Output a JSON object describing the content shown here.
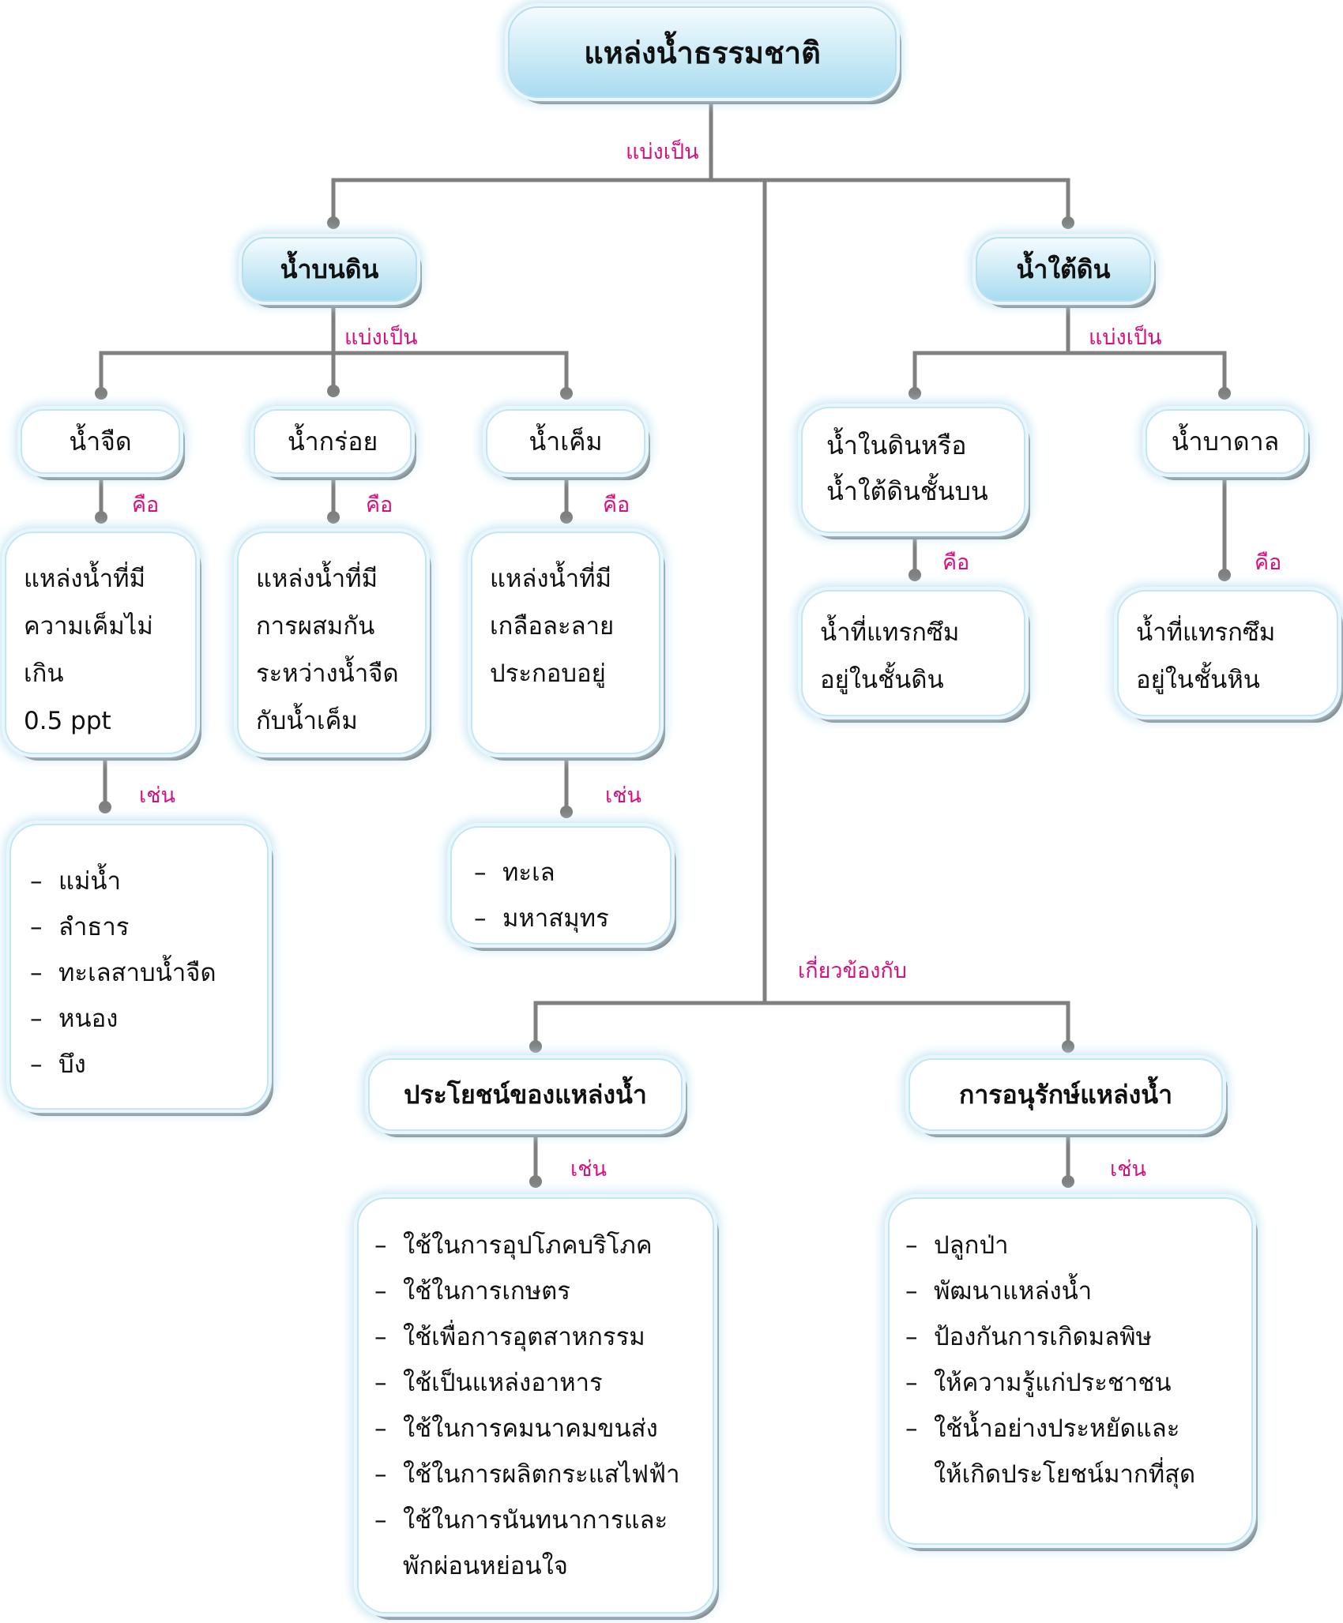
{
  "title": "แหล่งน้ำธรรมชาติ",
  "links": {
    "divide": "แบ่งเป็น",
    "is": "คือ",
    "example": "เช่น",
    "related": "เกี่ยวข้องกับ"
  },
  "surface": {
    "label": "น้ำบนดิน",
    "fresh": {
      "label": "น้ำจืด",
      "definition": [
        "แหล่งน้ำที่มี",
        "ความเค็มไม่เกิน",
        "0.5  ppt"
      ],
      "examples": [
        "แม่น้ำ",
        "ลำธาร",
        "ทะเลสาบน้ำจืด",
        "หนอง",
        "บึง"
      ]
    },
    "brackish": {
      "label": "น้ำกร่อย",
      "definition": [
        "แหล่งน้ำที่มี",
        "การผสมกัน",
        "ระหว่างน้ำจืด",
        "กับน้ำเค็ม"
      ]
    },
    "salt": {
      "label": "น้ำเค็ม",
      "definition": [
        "แหล่งน้ำที่มี",
        "เกลือละลาย",
        "ประกอบอยู่"
      ],
      "examples": [
        "ทะเล",
        "มหาสมุทร"
      ]
    }
  },
  "ground": {
    "label": "น้ำใต้ดิน",
    "soil": {
      "label": [
        "น้ำในดินหรือ",
        "น้ำใต้ดินชั้นบน"
      ],
      "definition": [
        "น้ำที่แทรกซึม",
        "อยู่ในชั้นดิน"
      ]
    },
    "artesian": {
      "label": "น้ำบาดาล",
      "definition": [
        "น้ำที่แทรกซึม",
        "อยู่ในชั้นหิน"
      ]
    }
  },
  "benefits": {
    "label": "ประโยชน์ของแหล่งน้ำ",
    "items": [
      "ใช้ในการอุปโภคบริโภค",
      "ใช้ในการเกษตร",
      "ใช้เพื่อการอุตสาหกรรม",
      "ใช้เป็นแหล่งอาหาร",
      "ใช้ในการคมนาคมขนส่ง",
      "ใช้ในการผลิตกระแสไฟฟ้า",
      "ใช้ในการนันทนาการและ"
    ],
    "item_cont": "พักผ่อนหย่อนใจ"
  },
  "conservation": {
    "label": "การอนุรักษ์แหล่งน้ำ",
    "items": [
      "ปลูกป่า",
      "พัฒนาแหล่งน้ำ",
      "ป้องกันการเกิดมลพิษ",
      "ให้ความรู้แก่ประชาชน",
      "ใช้น้ำอย่างประหยัดและ"
    ],
    "item_cont": "ให้เกิดประโยชน์มากที่สุด"
  },
  "colors": {
    "connector": "#7f7f7f",
    "link_text": "#d3127d",
    "box_border": "#c3e6f3",
    "box_glow": "#bfe3f2",
    "box_shadow": "#6f6f6f",
    "blue_fill": "#a9dcf1"
  }
}
